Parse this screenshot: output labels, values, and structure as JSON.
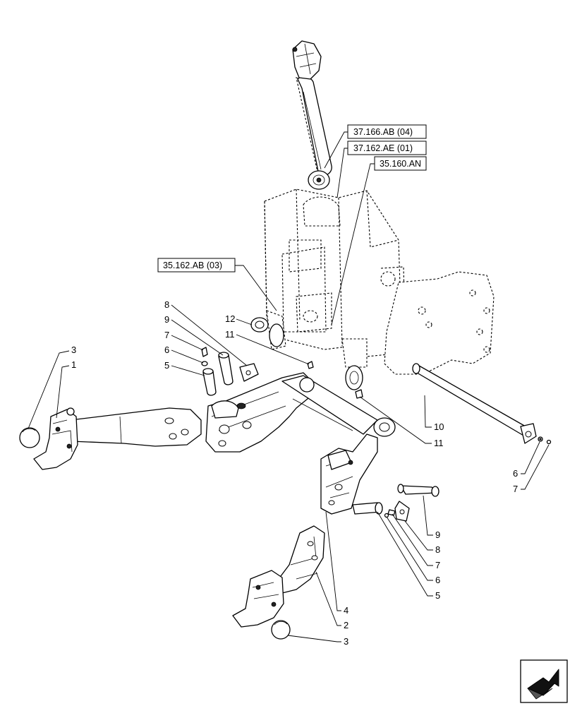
{
  "references": [
    {
      "id": "ref-1",
      "text": "37.166.AB (04)"
    },
    {
      "id": "ref-2",
      "text": "37.162.AE (01)"
    },
    {
      "id": "ref-3",
      "text": "35.160.AN"
    },
    {
      "id": "ref-4",
      "text": "35.162.AB (03)"
    }
  ],
  "callouts": {
    "c8a": "8",
    "c9a": "9",
    "c7a": "7",
    "c6a": "6",
    "c5a": "5",
    "c12": "12",
    "c11a": "11",
    "c3a": "3",
    "c1": "1",
    "c10": "10",
    "c11b": "11",
    "c6b": "6",
    "c7b": "7",
    "c9b": "9",
    "c8b": "8",
    "c7c": "7",
    "c6c": "6",
    "c5b": "5",
    "c4": "4",
    "c2": "2",
    "c3b": "3"
  },
  "icons": {
    "nav": "next-page-arrow-icon"
  }
}
